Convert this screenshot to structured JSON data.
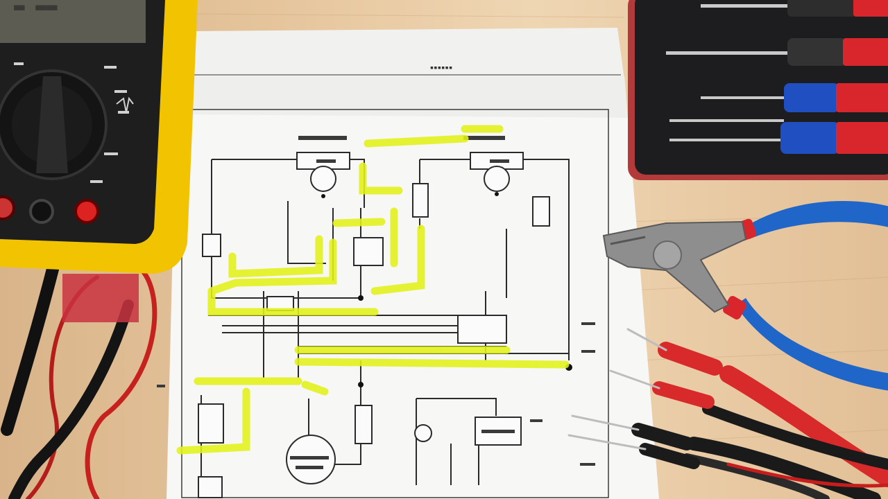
{
  "scene": {
    "colors": {
      "desk": "#e3c29a",
      "paper": "#f6f6f4",
      "ink": "#2a2a2a",
      "highlighter": "#e3f21a",
      "multimeter_body": "#f2c300",
      "multimeter_face": "#1e1e1e",
      "tool_case": "#1d1d1f",
      "plier_blue": "#1f66c8",
      "handle_red": "#d8262c",
      "probe_red": "#d82a2a",
      "probe_black": "#1a1a1a"
    },
    "objects": [
      {
        "name": "multimeter",
        "icon": "multimeter-icon"
      },
      {
        "name": "wiring-schematic",
        "icon": "schematic-icon"
      },
      {
        "name": "screwdriver-case",
        "icon": "screwdriver-icon"
      },
      {
        "name": "pliers",
        "icon": "pliers-icon"
      },
      {
        "name": "test-probes",
        "icon": "probe-icon"
      }
    ]
  }
}
